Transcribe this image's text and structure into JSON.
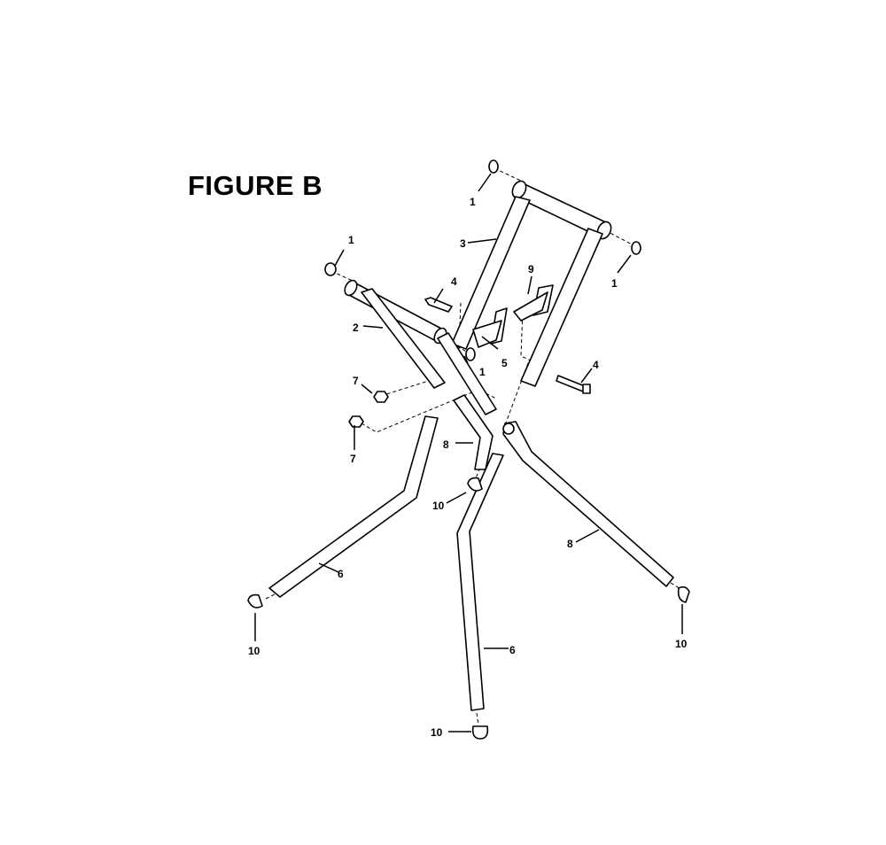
{
  "figure": {
    "title": "FIGURE B"
  },
  "callouts": {
    "c1a": "1",
    "c1b": "1",
    "c1c": "1",
    "c1d": "1",
    "c2": "2",
    "c3": "3",
    "c4a": "4",
    "c4b": "4",
    "c5": "5",
    "c6a": "6",
    "c6b": "6",
    "c7a": "7",
    "c7b": "7",
    "c8a": "8",
    "c8b": "8",
    "c9": "9",
    "c10a": "10",
    "c10b": "10",
    "c10c": "10",
    "c10d": "10"
  },
  "colors": {
    "line": "#000000",
    "background": "#ffffff"
  }
}
